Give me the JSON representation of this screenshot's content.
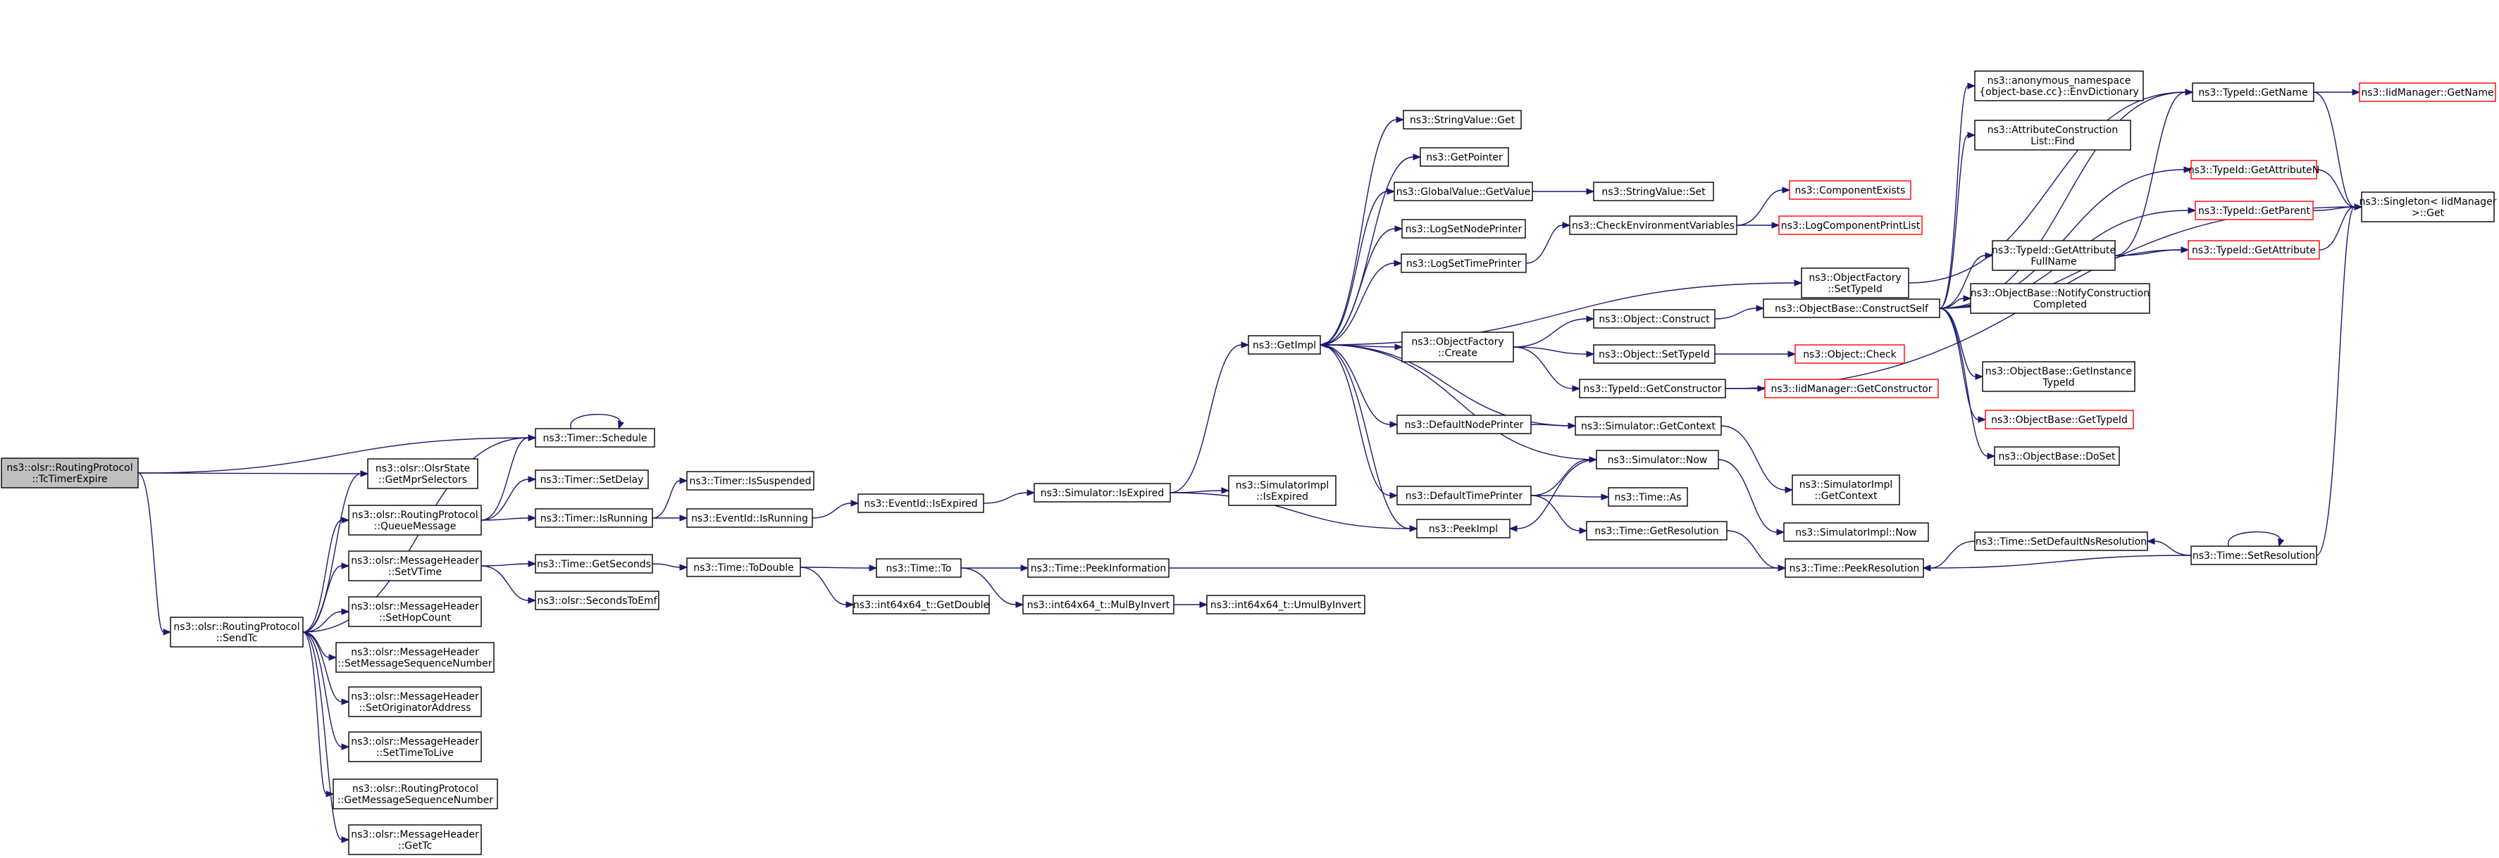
{
  "graph": {
    "colors": {
      "edge": "#191970",
      "border": "#000000",
      "external_border": "#ff0000",
      "root_fill": "#bfbfbf",
      "node_fill": "#ffffff"
    },
    "nodes": [
      {
        "id": "tc_timer_expire",
        "lines": [
          "ns3::olsr::RoutingProtocol",
          "::TcTimerExpire"
        ],
        "kind": "root"
      },
      {
        "id": "send_tc",
        "lines": [
          "ns3::olsr::RoutingProtocol",
          "::SendTc"
        ],
        "kind": "normal"
      },
      {
        "id": "timer_schedule",
        "lines": [
          "ns3::Timer::Schedule"
        ],
        "kind": "normal"
      },
      {
        "id": "get_mpr_selectors",
        "lines": [
          "ns3::olsr::OlsrState",
          "::GetMprSelectors"
        ],
        "kind": "normal"
      },
      {
        "id": "queue_message",
        "lines": [
          "ns3::olsr::RoutingProtocol",
          "::QueueMessage"
        ],
        "kind": "normal"
      },
      {
        "id": "timer_set_delay",
        "lines": [
          "ns3::Timer::SetDelay"
        ],
        "kind": "normal"
      },
      {
        "id": "timer_is_running",
        "lines": [
          "ns3::Timer::IsRunning"
        ],
        "kind": "normal"
      },
      {
        "id": "timer_is_suspended",
        "lines": [
          "ns3::Timer::IsSuspended"
        ],
        "kind": "normal"
      },
      {
        "id": "eventid_is_running",
        "lines": [
          "ns3::EventId::IsRunning"
        ],
        "kind": "normal"
      },
      {
        "id": "eventid_is_expired",
        "lines": [
          "ns3::EventId::IsExpired"
        ],
        "kind": "normal"
      },
      {
        "id": "simulator_is_expired",
        "lines": [
          "ns3::Simulator::IsExpired"
        ],
        "kind": "normal"
      },
      {
        "id": "simimpl_is_expired",
        "lines": [
          "ns3::SimulatorImpl",
          "::IsExpired"
        ],
        "kind": "normal"
      },
      {
        "id": "msg_set_vtime",
        "lines": [
          "ns3::olsr::MessageHeader",
          "::SetVTime"
        ],
        "kind": "normal"
      },
      {
        "id": "time_get_seconds",
        "lines": [
          "ns3::Time::GetSeconds"
        ],
        "kind": "normal"
      },
      {
        "id": "seconds_to_emf",
        "lines": [
          "ns3::olsr::SecondsToEmf"
        ],
        "kind": "normal"
      },
      {
        "id": "time_to_double",
        "lines": [
          "ns3::Time::ToDouble"
        ],
        "kind": "normal"
      },
      {
        "id": "time_to",
        "lines": [
          "ns3::Time::To"
        ],
        "kind": "normal"
      },
      {
        "id": "int64_get_double",
        "lines": [
          "ns3::int64x64_t::GetDouble"
        ],
        "kind": "normal"
      },
      {
        "id": "time_peek_information",
        "lines": [
          "ns3::Time::PeekInformation"
        ],
        "kind": "normal"
      },
      {
        "id": "int64_mul_by_invert",
        "lines": [
          "ns3::int64x64_t::MulByInvert"
        ],
        "kind": "normal"
      },
      {
        "id": "int64_umul_by_invert",
        "lines": [
          "ns3::int64x64_t::UmulByInvert"
        ],
        "kind": "normal"
      },
      {
        "id": "time_peek_resolution",
        "lines": [
          "ns3::Time::PeekResolution"
        ],
        "kind": "normal"
      },
      {
        "id": "time_set_default_ns_resolution",
        "lines": [
          "ns3::Time::SetDefaultNsResolution"
        ],
        "kind": "normal"
      },
      {
        "id": "time_set_resolution",
        "lines": [
          "ns3::Time::SetResolution"
        ],
        "kind": "normal"
      },
      {
        "id": "msg_set_hop_count",
        "lines": [
          "ns3::olsr::MessageHeader",
          "::SetHopCount"
        ],
        "kind": "normal"
      },
      {
        "id": "msg_set_message_sequence_number",
        "lines": [
          "ns3::olsr::MessageHeader",
          "::SetMessageSequenceNumber"
        ],
        "kind": "normal"
      },
      {
        "id": "msg_set_originator_address",
        "lines": [
          "ns3::olsr::MessageHeader",
          "::SetOriginatorAddress"
        ],
        "kind": "normal"
      },
      {
        "id": "msg_set_time_to_live",
        "lines": [
          "ns3::olsr::MessageHeader",
          "::SetTimeToLive"
        ],
        "kind": "normal"
      },
      {
        "id": "rp_get_message_sequence_number",
        "lines": [
          "ns3::olsr::RoutingProtocol",
          "::GetMessageSequenceNumber"
        ],
        "kind": "normal"
      },
      {
        "id": "msg_get_tc",
        "lines": [
          "ns3::olsr::MessageHeader",
          "::GetTc"
        ],
        "kind": "normal"
      },
      {
        "id": "get_impl",
        "lines": [
          "ns3::GetImpl"
        ],
        "kind": "normal"
      },
      {
        "id": "string_value_get",
        "lines": [
          "ns3::StringValue::Get"
        ],
        "kind": "normal"
      },
      {
        "id": "get_pointer",
        "lines": [
          "ns3::GetPointer"
        ],
        "kind": "normal"
      },
      {
        "id": "global_value_get_value",
        "lines": [
          "ns3::GlobalValue::GetValue"
        ],
        "kind": "normal"
      },
      {
        "id": "string_value_set",
        "lines": [
          "ns3::StringValue::Set"
        ],
        "kind": "normal"
      },
      {
        "id": "log_set_node_printer",
        "lines": [
          "ns3::LogSetNodePrinter"
        ],
        "kind": "normal"
      },
      {
        "id": "log_set_time_printer",
        "lines": [
          "ns3::LogSetTimePrinter"
        ],
        "kind": "normal"
      },
      {
        "id": "check_environment_variables",
        "lines": [
          "ns3::CheckEnvironmentVariables"
        ],
        "kind": "normal"
      },
      {
        "id": "component_exists",
        "lines": [
          "ns3::ComponentExists"
        ],
        "kind": "red"
      },
      {
        "id": "log_component_print_list",
        "lines": [
          "ns3::LogComponentPrintList"
        ],
        "kind": "red"
      },
      {
        "id": "object_factory_create",
        "lines": [
          "ns3::ObjectFactory",
          "::Create"
        ],
        "kind": "normal"
      },
      {
        "id": "object_construct",
        "lines": [
          "ns3::Object::Construct"
        ],
        "kind": "normal"
      },
      {
        "id": "object_set_type_id",
        "lines": [
          "ns3::Object::SetTypeId"
        ],
        "kind": "normal"
      },
      {
        "id": "object_check",
        "lines": [
          "ns3::Object::Check"
        ],
        "kind": "red"
      },
      {
        "id": "typeid_get_constructor",
        "lines": [
          "ns3::TypeId::GetConstructor"
        ],
        "kind": "normal"
      },
      {
        "id": "iidmanager_get_constructor",
        "lines": [
          "ns3::IidManager::GetConstructor"
        ],
        "kind": "red"
      },
      {
        "id": "default_node_printer",
        "lines": [
          "ns3::DefaultNodePrinter"
        ],
        "kind": "normal"
      },
      {
        "id": "simulator_get_context",
        "lines": [
          "ns3::Simulator::GetContext"
        ],
        "kind": "normal"
      },
      {
        "id": "simimpl_get_context",
        "lines": [
          "ns3::SimulatorImpl",
          "::GetContext"
        ],
        "kind": "normal"
      },
      {
        "id": "default_time_printer",
        "lines": [
          "ns3::DefaultTimePrinter"
        ],
        "kind": "normal"
      },
      {
        "id": "simulator_now",
        "lines": [
          "ns3::Simulator::Now"
        ],
        "kind": "normal"
      },
      {
        "id": "time_as",
        "lines": [
          "ns3::Time::As"
        ],
        "kind": "normal"
      },
      {
        "id": "time_get_resolution",
        "lines": [
          "ns3::Time::GetResolution"
        ],
        "kind": "normal"
      },
      {
        "id": "simimpl_now",
        "lines": [
          "ns3::SimulatorImpl::Now"
        ],
        "kind": "normal"
      },
      {
        "id": "peek_impl",
        "lines": [
          "ns3::PeekImpl"
        ],
        "kind": "normal"
      },
      {
        "id": "object_factory_set_type_id",
        "lines": [
          "ns3::ObjectFactory",
          "::SetTypeId"
        ],
        "kind": "normal"
      },
      {
        "id": "objectbase_construct_self",
        "lines": [
          "ns3::ObjectBase::ConstructSelf"
        ],
        "kind": "normal"
      },
      {
        "id": "env_dictionary",
        "lines": [
          "ns3::anonymous_namespace",
          "{object-base.cc}::EnvDictionary"
        ],
        "kind": "normal"
      },
      {
        "id": "attribute_construction_list_find",
        "lines": [
          "ns3::AttributeConstruction",
          "List::Find"
        ],
        "kind": "normal"
      },
      {
        "id": "typeid_get_attribute_full_name",
        "lines": [
          "ns3::TypeId::GetAttribute",
          "FullName"
        ],
        "kind": "normal"
      },
      {
        "id": "objectbase_notify_construction_completed",
        "lines": [
          "ns3::ObjectBase::NotifyConstruction",
          "Completed"
        ],
        "kind": "normal"
      },
      {
        "id": "objectbase_get_instance_type_id",
        "lines": [
          "ns3::ObjectBase::GetInstance",
          "TypeId"
        ],
        "kind": "normal"
      },
      {
        "id": "objectbase_get_type_id",
        "lines": [
          "ns3::ObjectBase::GetTypeId"
        ],
        "kind": "red"
      },
      {
        "id": "objectbase_do_set",
        "lines": [
          "ns3::ObjectBase::DoSet"
        ],
        "kind": "normal"
      },
      {
        "id": "typeid_get_name",
        "lines": [
          "ns3::TypeId::GetName"
        ],
        "kind": "normal"
      },
      {
        "id": "iidmanager_get_name",
        "lines": [
          "ns3::IidManager::GetName"
        ],
        "kind": "red"
      },
      {
        "id": "typeid_get_attribute_n",
        "lines": [
          "ns3::TypeId::GetAttributeN"
        ],
        "kind": "red"
      },
      {
        "id": "typeid_get_parent",
        "lines": [
          "ns3::TypeId::GetParent"
        ],
        "kind": "red"
      },
      {
        "id": "typeid_get_attribute",
        "lines": [
          "ns3::TypeId::GetAttribute"
        ],
        "kind": "red"
      },
      {
        "id": "singleton_get",
        "lines": [
          "ns3::Singleton< IidManager",
          ">::Get"
        ],
        "kind": "normal"
      }
    ]
  }
}
